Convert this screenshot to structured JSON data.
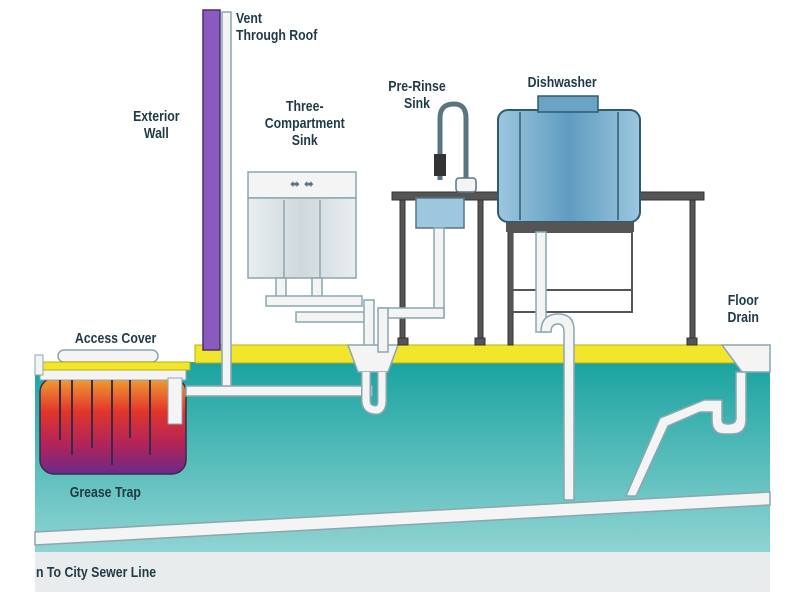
{
  "labels": {
    "vent": [
      "Vent",
      "Through Roof"
    ],
    "exterior_wall": [
      "Exterior",
      "Wall"
    ],
    "three_compartment_sink": [
      "Three-",
      "Compartment",
      "Sink"
    ],
    "pre_rinse_sink": [
      "Pre-Rinse",
      "Sink"
    ],
    "dishwasher": "Dishwasher",
    "floor_drain": [
      "Floor",
      "Drain"
    ],
    "access_cover": "Access Cover",
    "grease_trap": "Grease Trap",
    "city_sewer": "n To City Sewer Line"
  },
  "colors": {
    "ground": "#1aa3a0",
    "ground_dark": "#0f8684",
    "floor": "#f2e62b",
    "vent": "#8a5bbf",
    "pipe": "#f4f4f4",
    "pipe_outline": "#8aa7b0",
    "equipment": "#dfe8ec",
    "dishwasher": "#7fb3cf",
    "grease_hot": "#e2352b",
    "grease_cool": "#7a2a8a"
  }
}
